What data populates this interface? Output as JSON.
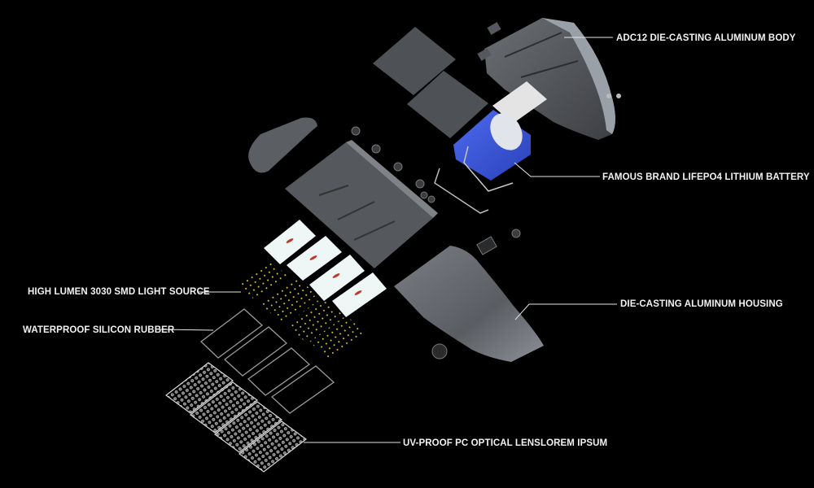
{
  "diagram": {
    "type": "exploded-view",
    "subject": "solar LED street light",
    "background": "#000000",
    "colors": {
      "housing": "#5e6166",
      "housing_light": "#8a8e93",
      "battery": "#3b5bdb",
      "pcb": "#eef6f6",
      "led": "#e8d21e",
      "gasket": "#9a9a9a",
      "lens": "#bfbfbf",
      "callout_line": "#e6e6e6",
      "label_text": "#f2f2f2"
    }
  },
  "labels": {
    "body": "ADC12 DIE-CASTING ALUMINUM BODY",
    "battery": "FAMOUS BRAND LIFEPO4 LITHIUM BATTERY",
    "light_source": "HIGH LUMEN 3030 SMD LIGHT SOURCE",
    "housing": "DIE-CASTING ALUMINUM HOUSING",
    "gasket": "WATERPROOF SILICON RUBBER",
    "lens": "UV-PROOF PC OPTICAL LENSLOREM IPSUM"
  }
}
